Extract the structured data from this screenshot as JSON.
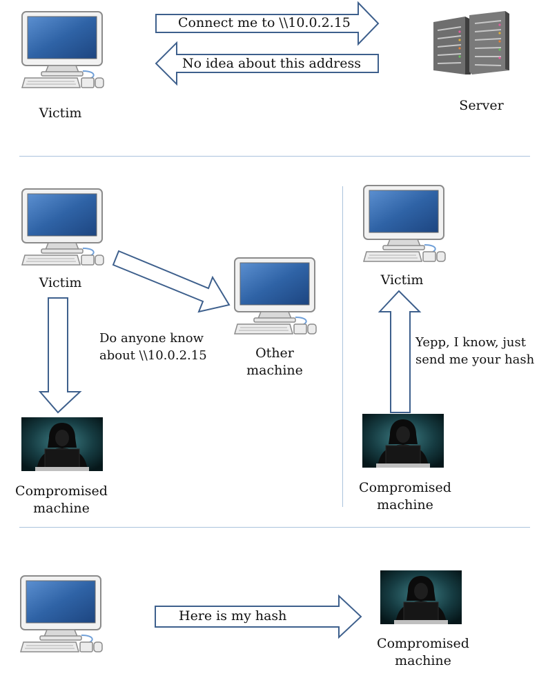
{
  "panel_top": {
    "victim_label": "Victim",
    "server_label": "Server",
    "request_text": "Connect me to \\\\10.0.2.15",
    "reply_text": "No idea about this address"
  },
  "panel_middle_left": {
    "victim_label": "Victim",
    "broadcast_text_line1": "Do anyone know",
    "broadcast_text_line2": "about \\\\10.0.2.15",
    "other_label_line1": "Other",
    "other_label_line2": "machine",
    "attacker_label_line1": "Compromised",
    "attacker_label_line2": "machine"
  },
  "panel_middle_right": {
    "victim_label": "Victim",
    "reply_line1": "Yepp, I know, just",
    "reply_line2": "send me your hash",
    "attacker_label_line1": "Compromised",
    "attacker_label_line2": "machine"
  },
  "panel_bottom": {
    "hash_text": "Here is my hash",
    "attacker_label_line1": "Compromised",
    "attacker_label_line2": "machine"
  },
  "colors": {
    "arrow_stroke": "#3d5f8c",
    "separator": "#a9c2dc",
    "screen_blue": "#2f63a6",
    "attacker_bg": "#0f2e33"
  }
}
